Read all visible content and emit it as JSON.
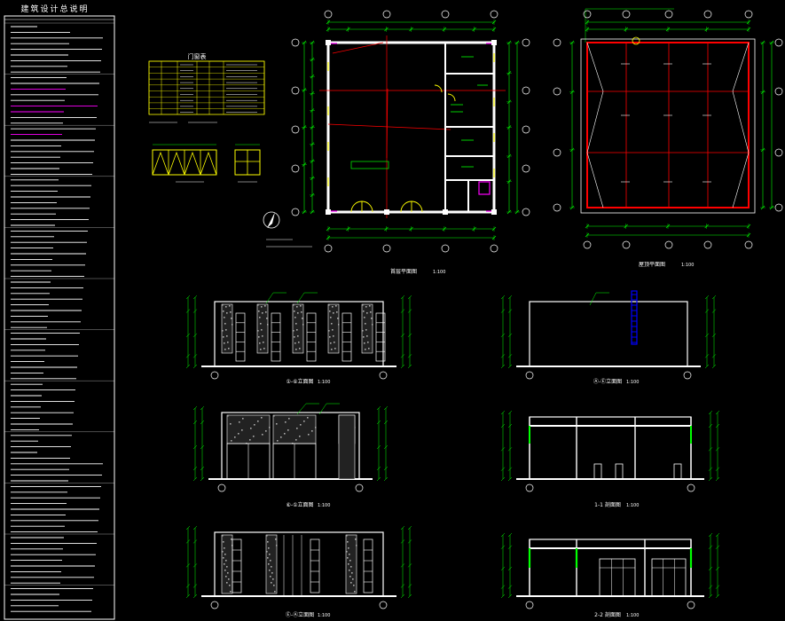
{
  "sheet": {
    "notes_title": "建筑设计总说明",
    "door_schedule_title": "门窗表",
    "colors": {
      "background": "#000000",
      "line_white": "#ffffff",
      "dim_green": "#00ff00",
      "axis_red": "#ff0000",
      "highlight_yellow": "#ffff00",
      "magenta": "#ff00ff",
      "cyan": "#00ffff",
      "blue": "#0000ff"
    },
    "captions": {
      "plan": "首层平面图",
      "roof": "屋顶平面图",
      "elev_a": "①-⑥立面图",
      "elev_b": "Ⓐ-Ⓔ立面图",
      "elev_c": "⑥-①立面图",
      "section_11": "1-1 剖面图",
      "elev_d": "Ⓔ-Ⓐ立面图",
      "section_22": "2-2 剖面图"
    },
    "scales": {
      "plan": "1:100",
      "roof": "1:100",
      "elev_a": "1:100",
      "elev_b": "1:100",
      "elev_c": "1:100",
      "section_11": "1:100",
      "elev_d": "1:100",
      "section_22": "1:100"
    }
  }
}
